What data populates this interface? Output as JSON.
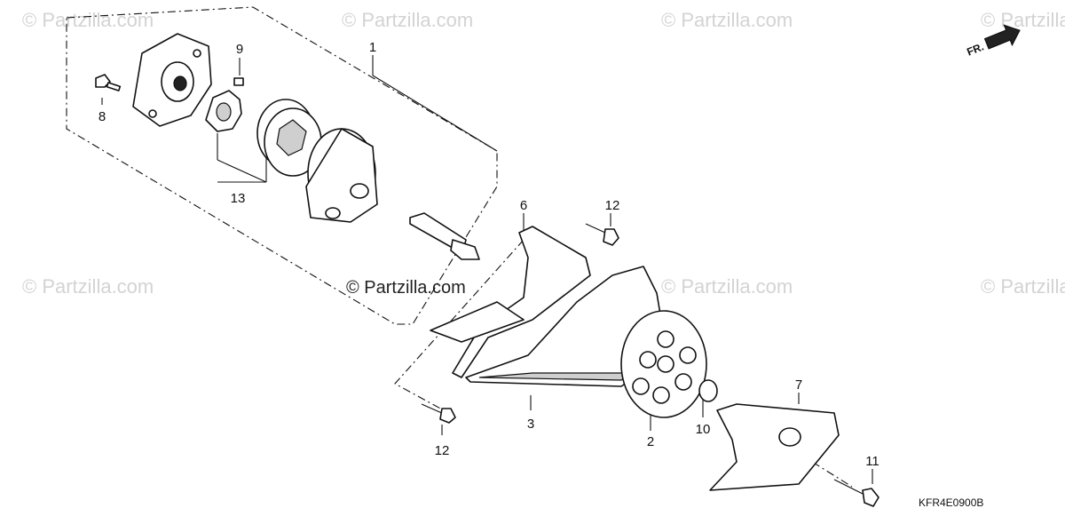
{
  "watermark": {
    "text": "© Partzilla.com",
    "center_text": "© Partzilla.com"
  },
  "diagram_code": "KFR4E0900B",
  "front_indicator": "FR.",
  "callouts": {
    "c1": "1",
    "c2": "2",
    "c3": "3",
    "c6": "6",
    "c7": "7",
    "c8": "8",
    "c9": "9",
    "c10": "10",
    "c11": "11",
    "c12_top": "12",
    "c12_bottom": "12",
    "c13": "13"
  }
}
